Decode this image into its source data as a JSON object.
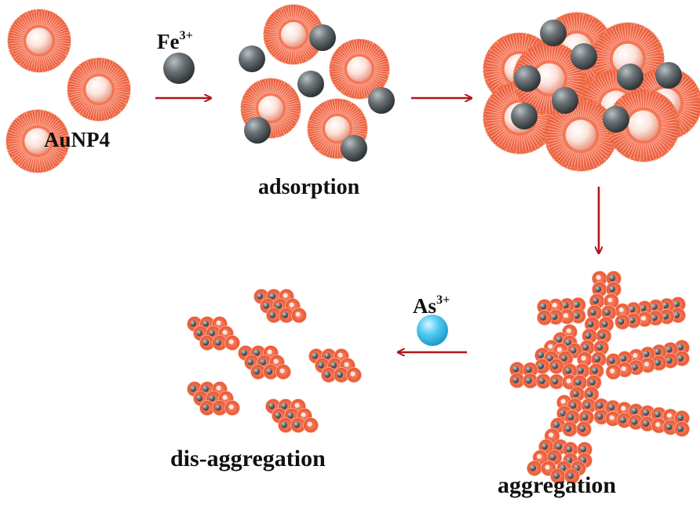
{
  "labels": {
    "aunp": "AuNP4",
    "fe_base": "Fe",
    "fe_charge": "3+",
    "adsorption": "adsorption",
    "aggregation": "aggregation",
    "disaggregation": "dis-aggregation",
    "as_base": "As",
    "as_charge": "3+"
  },
  "colors": {
    "particle_shell": "#f06a45",
    "particle_core": "#fbe6de",
    "fe_ion": "#5d6468",
    "as_ion": "#3dc2ee",
    "arrow": "#b0161b",
    "text": "#111111"
  }
}
